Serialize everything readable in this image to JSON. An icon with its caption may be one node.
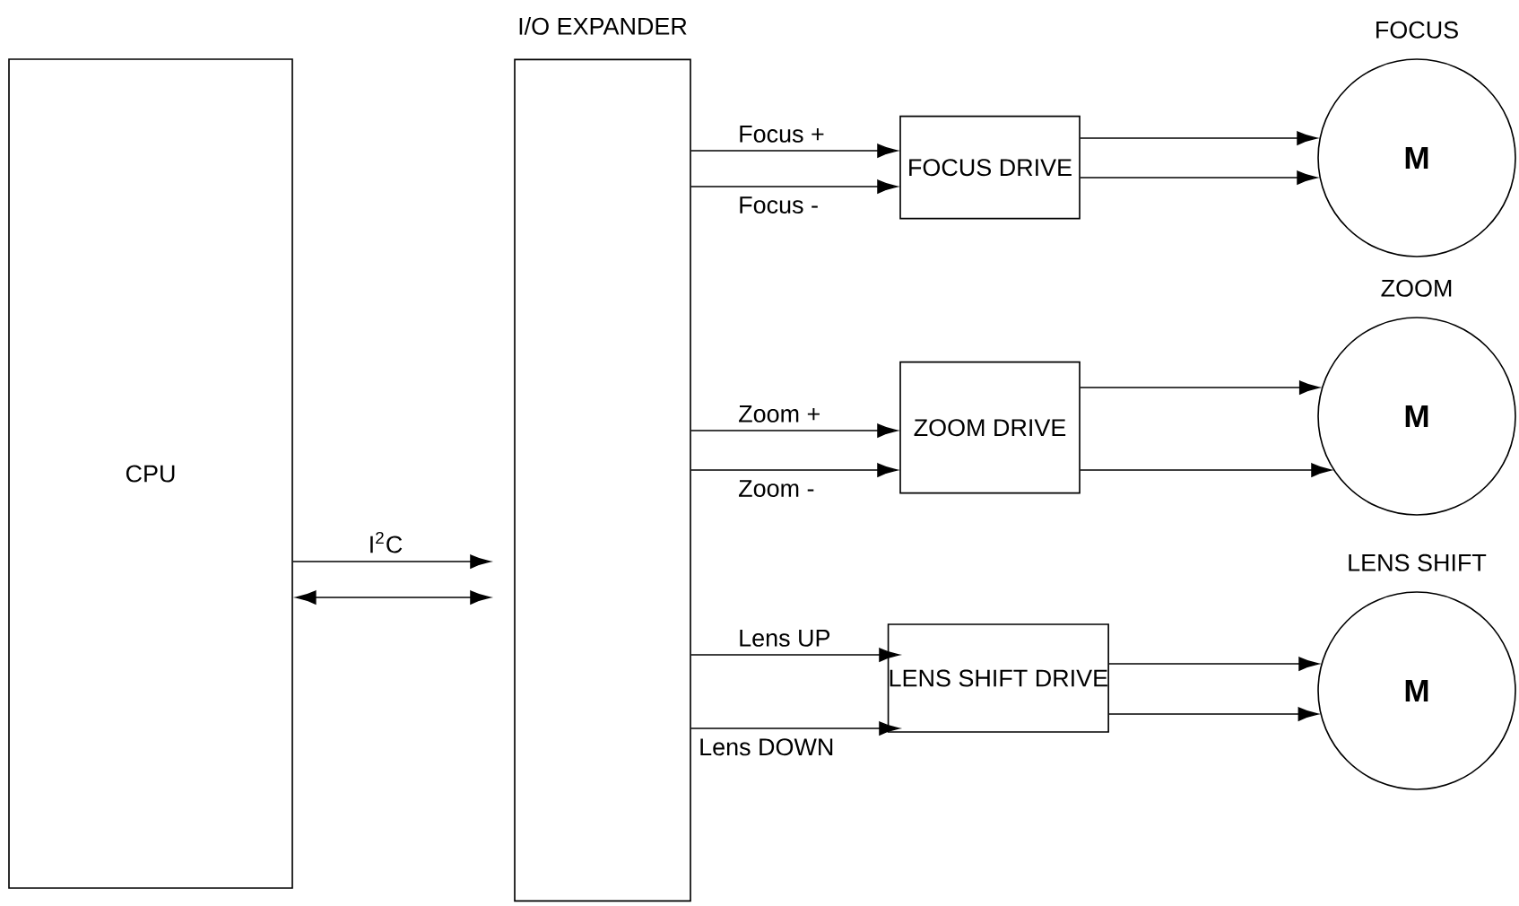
{
  "diagram": {
    "nodes": [
      {
        "text": [
          "CPU"
        ]
      },
      {
        "text": [
          "I/O EXPANDER"
        ]
      },
      {
        "text": [
          "FOCUS DRIVE"
        ]
      },
      {
        "text": [
          "ZOOM DRIVE"
        ]
      },
      {
        "text": [
          "LENS SHIFT DRIVE"
        ]
      },
      {
        "text": [
          "M"
        ],
        "beside": [
          "FOCUS"
        ]
      },
      {
        "text": [
          "M"
        ],
        "beside": [
          "ZOOM"
        ]
      },
      {
        "text": [
          "M"
        ],
        "beside": [
          "LENS SHIFT"
        ]
      }
    ],
    "edges": [
      {
        "from": 0,
        "to": 1,
        "arrow": "to",
        "label": "I$^{2}$C"
      },
      {
        "from": 0,
        "to": 1,
        "arrow": "both"
      },
      {
        "from": 1,
        "to": 2,
        "arrow": "to",
        "label": "Focus +"
      },
      {
        "from": 1,
        "to": 2,
        "arrow": "to",
        "label": "Focus -"
      },
      {
        "from": 1,
        "to": 3,
        "arrow": "to",
        "label": "Zoom +"
      },
      {
        "from": 1,
        "to": 3,
        "arrow": "to",
        "label": "Zoom -"
      },
      {
        "from": 1,
        "to": 4,
        "arrow": "to",
        "label": "Lens UP"
      },
      {
        "from": 1,
        "to": 4,
        "arrow": "to",
        "label": "Lens DOWN"
      },
      {
        "from": 2,
        "to": 5,
        "arrow": "to"
      },
      {
        "from": 2,
        "to": 5,
        "arrow": "to"
      },
      {
        "from": 3,
        "to": 6,
        "arrow": "to"
      },
      {
        "from": 3,
        "to": 6,
        "arrow": "to"
      },
      {
        "from": 4,
        "to": 7,
        "arrow": "to"
      },
      {
        "from": 4,
        "to": 7,
        "arrow": "to"
      }
    ]
  }
}
